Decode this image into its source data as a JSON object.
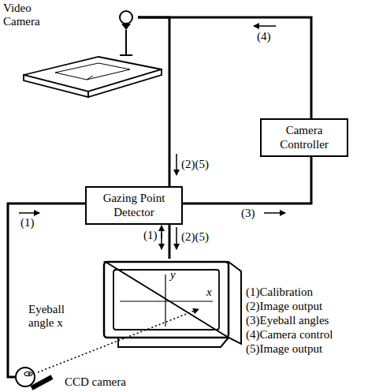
{
  "diagram": {
    "nodes": [
      {
        "text": [
          "Video Camera"
        ]
      },
      {
        "text": [
          "Camera Controller"
        ]
      },
      {
        "text": [
          "Gazing Point Detector"
        ]
      },
      {
        "text": [
          "y",
          "x"
        ]
      },
      {
        "text": [
          "CCD camera"
        ]
      }
    ],
    "edges": [
      {
        "from": 0,
        "to": 2,
        "arrow": "none"
      },
      {
        "from": 0,
        "to": 1,
        "arrow": "none"
      },
      {
        "from": 1,
        "to": 2,
        "arrow": "none"
      },
      {
        "from": 2,
        "to": 3,
        "arrow": "none"
      },
      {
        "from": 4,
        "to": 2,
        "arrow": "none"
      }
    ],
    "labels": [
      "(4)",
      "(2)(5)",
      "(1)",
      "(3)",
      "(1)",
      "(2)(5)",
      "Eyeball angle x",
      "(1)Calibration",
      "(2)Image output",
      "(3)Eyeball angles",
      "(4)Camera control",
      "(5)Image output"
    ]
  }
}
